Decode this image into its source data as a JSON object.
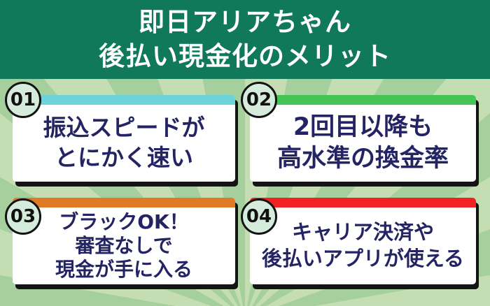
{
  "header": {
    "line1": "即日アリアちゃん",
    "line2": "後払い現金化のメリット",
    "bg_color": "#10795a",
    "text_color": "#ffffff"
  },
  "background": {
    "base_color": "#a6cf9e",
    "ray_color": "#c4ddb2"
  },
  "style": {
    "card_text_color": "#242464",
    "card_shadow_color": "#141414",
    "badge_bg_color": "#d5ebdb",
    "badge_border_color": "#121212"
  },
  "cards": [
    {
      "number": "01",
      "accent_color": "#6bd3d9",
      "lines": [
        "振込スピードが",
        "とにかく速い"
      ]
    },
    {
      "number": "02",
      "accent_color": "#45c355",
      "lines": [
        "2回目以降も",
        "高水準の換金率"
      ]
    },
    {
      "number": "03",
      "accent_color": "#df7b27",
      "lines": [
        "ブラックOK！",
        "審査なしで",
        "現金が手に入る"
      ]
    },
    {
      "number": "04",
      "accent_color": "#f02222",
      "lines": [
        "キャリア決済や",
        "後払いアプリが使える"
      ]
    }
  ]
}
